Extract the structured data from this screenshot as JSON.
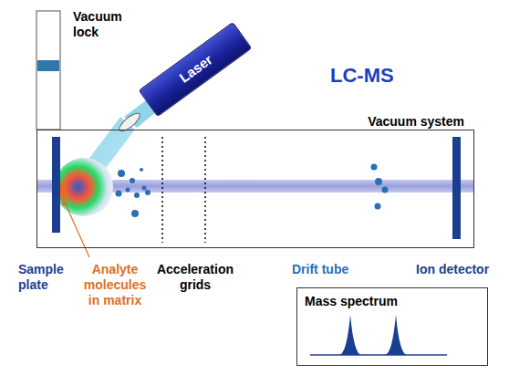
{
  "diagram": {
    "title": "LC-MS",
    "nodes": [
      {
        "text": [
          "Laser"
        ]
      },
      {
        "text": [
          "Vacuum system"
        ]
      },
      {
        "text": [
          "Mass spectrum"
        ]
      }
    ],
    "labels": [
      "Vacuum lock",
      "Sample plate",
      "Analyte molecules in matrix",
      "Acceleration grids",
      "Drift tube",
      "Ion detector"
    ]
  }
}
